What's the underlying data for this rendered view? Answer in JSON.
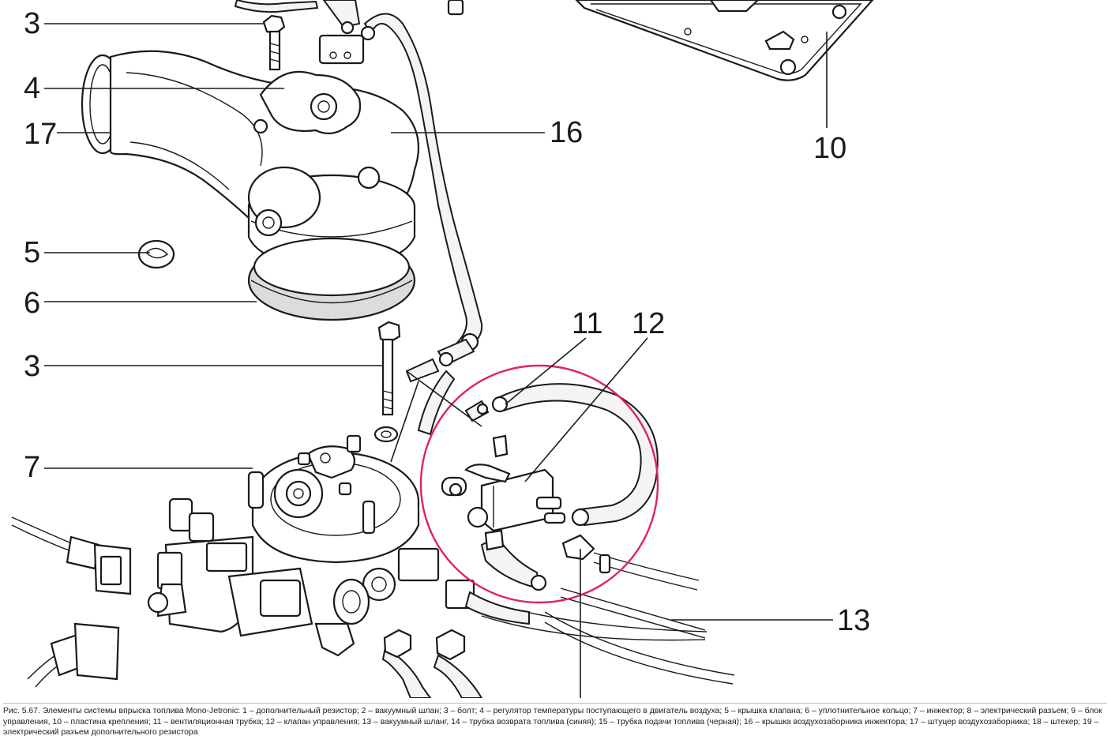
{
  "diagram": {
    "callouts": [
      {
        "id": "c3a",
        "label": "3"
      },
      {
        "id": "c4",
        "label": "4"
      },
      {
        "id": "c17",
        "label": "17"
      },
      {
        "id": "c5",
        "label": "5"
      },
      {
        "id": "c6",
        "label": "6"
      },
      {
        "id": "c3b",
        "label": "3"
      },
      {
        "id": "c7",
        "label": "7"
      },
      {
        "id": "c16",
        "label": "16"
      },
      {
        "id": "c10",
        "label": "10"
      },
      {
        "id": "c11",
        "label": "11"
      },
      {
        "id": "c12",
        "label": "12"
      },
      {
        "id": "c13",
        "label": "13"
      }
    ],
    "highlight_color": "#e0206a"
  },
  "caption": {
    "text": "Рис. 5.67. Элементы системы впрыска топлива Mono-Jetronic: 1 – дополнительный резистор; 2 – вакуумный шлан; 3 – болт; 4 – регулятор температуры поступающего в двигатель воздуха; 5 – крышка клапана; 6 – уплотнительное кольцо; 7 – инжектор; 8 – электрический разъем; 9 – блок управления, 10 – пластина крепления; 11 – вентиляционная трубка; 12 – клапан управления; 13 – вакуумный шланг, 14 – трубка возврата топлива (синяя); 15 – трубка подачи топлива (черная); 16 – крышка воздухозаборника инжектора; 17 – штуцер воздухозаборника; 18 – штекер; 19 – электрический разъем дополнительного резистора"
  }
}
